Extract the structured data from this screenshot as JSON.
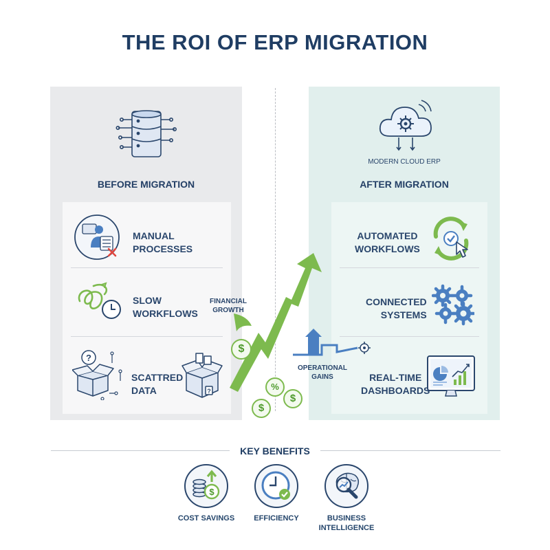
{
  "title": "THE ROI OF ERP MIGRATION",
  "before": {
    "heading": "BEFORE MIGRATION",
    "items": [
      {
        "line1": "MANUAL",
        "line2": "PROCESSES",
        "icon": "manual-clerk-icon"
      },
      {
        "line1": "SLOW",
        "line2": "WORKFLOWS",
        "icon": "tangled-clock-icon"
      },
      {
        "line1": "SCATTRED",
        "line2": "DATA",
        "icon": "scattered-boxes-icon"
      }
    ],
    "header_icon": "legacy-database-icon"
  },
  "after": {
    "heading": "AFTER MIGRATION",
    "cloud_label": "MODERN CLOUD ERP",
    "items": [
      {
        "line1": "AUTOMATED",
        "line2": "WORKFLOWS",
        "icon": "automation-cycle-icon"
      },
      {
        "line1": "CONNECTED",
        "line2": "SYSTEMS",
        "icon": "gears-icon"
      },
      {
        "line1": "REAL-TIME",
        "line2": "DASHBOARDS",
        "icon": "dashboard-monitor-icon"
      }
    ],
    "header_icon": "cloud-erp-icon"
  },
  "center": {
    "financial_line1": "FINANCIAL",
    "financial_line2": "GROWTH",
    "operational_line1": "OPERATIONAL",
    "operational_line2": "GAINS",
    "coin_symbol": "$",
    "percent_symbol": "%"
  },
  "benefits": {
    "heading": "KEY BENEFITS",
    "items": [
      {
        "line1": "COST SAVINGS",
        "line2": "",
        "icon": "coins-up-icon"
      },
      {
        "line1": "EFFICIENCY",
        "line2": "",
        "icon": "clock-check-icon"
      },
      {
        "line1": "BUSINESS",
        "line2": "INTELLIGENCE",
        "icon": "brain-magnifier-icon"
      }
    ]
  },
  "colors": {
    "navy": "#1f3d63",
    "blue": "#4a7fc1",
    "green": "#7dba4e",
    "red": "#e0463e",
    "before_bg": "#e9eaec",
    "after_bg": "#e1efed"
  }
}
